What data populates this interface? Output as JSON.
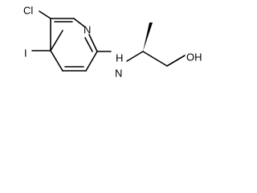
{
  "structure": {
    "atoms": {
      "chlorine": "Cl",
      "iodine": "I",
      "ring_nitrogen": "N",
      "amine": "H\nN",
      "hydroxyl": "OH"
    },
    "stereocenter_wedge": "bold"
  }
}
